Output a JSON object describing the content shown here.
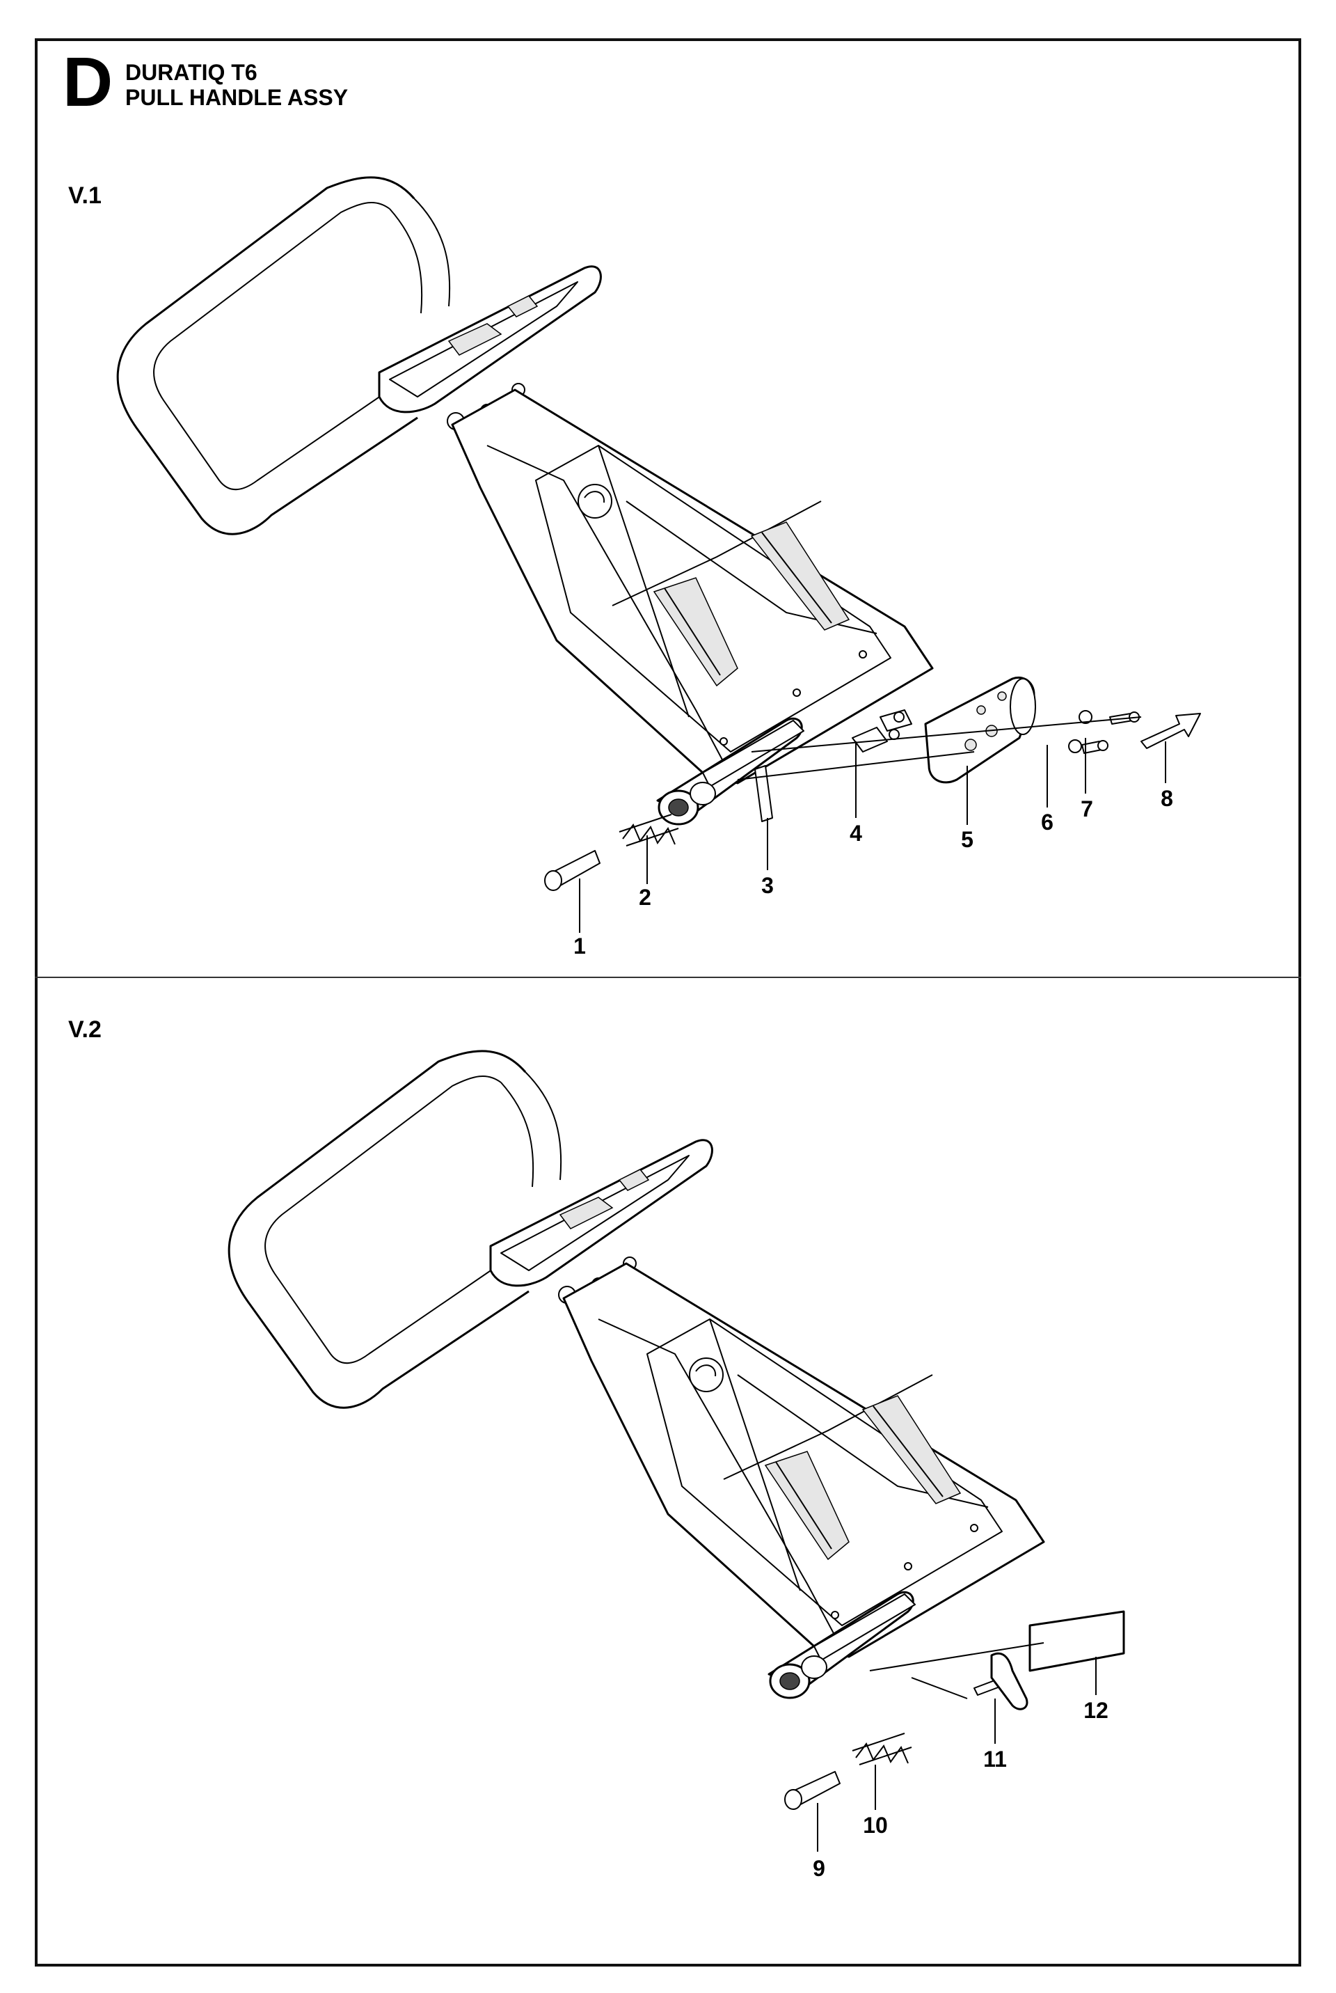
{
  "header": {
    "section": "D",
    "model": "DURATIQ T6",
    "assembly": "PULL HANDLE ASSY"
  },
  "variants": [
    {
      "label": "V.1",
      "parts": [
        "1",
        "2",
        "3",
        "4",
        "5",
        "6",
        "7",
        "8"
      ]
    },
    {
      "label": "V.2",
      "parts": [
        "9",
        "10",
        "11",
        "12"
      ]
    }
  ]
}
